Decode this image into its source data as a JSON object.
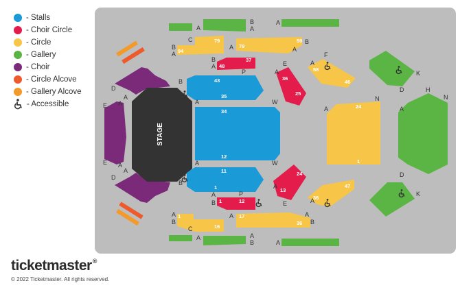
{
  "legend": [
    {
      "label": "- Stalls",
      "color": "#1a9ad6"
    },
    {
      "label": "- Choir Circle",
      "color": "#e31c4b"
    },
    {
      "label": "- Circle",
      "color": "#f7c547"
    },
    {
      "label": "- Gallery",
      "color": "#5bb544"
    },
    {
      "label": "- Choir",
      "color": "#7b2a7a"
    },
    {
      "label": "- Circle Alcove",
      "color": "#ef5a2d"
    },
    {
      "label": "- Gallery Alcove",
      "color": "#f39a2a"
    },
    {
      "label": "- Accessible",
      "icon": "wheelchair-icon"
    }
  ],
  "stage": {
    "label": "STAGE"
  },
  "row_labels": {
    "a": "A",
    "b": "B",
    "c": "C",
    "d": "D",
    "e": "E",
    "f": "F",
    "h": "H",
    "k": "K",
    "n": "N",
    "p": "P",
    "w": "W"
  },
  "seat_numbers": {
    "stalls_top_left": "43",
    "stalls_top_right": "35",
    "stalls_mid_top": "34",
    "stalls_mid_bottom": "12",
    "stalls_bot_left": "11",
    "stalls_bot_right": "1",
    "cc_top_left": "48",
    "cc_top_right": "37",
    "cc_bot_left": "1",
    "cc_bot_right": "12",
    "cc_right_top_a": "36",
    "cc_right_top_b": "25",
    "cc_right_bot_a": "24",
    "cc_right_bot_b": "13",
    "circle_top_c_a": "79",
    "circle_top_b_a": "94",
    "circle_top_b_b": "79",
    "circle_top_r": "59",
    "circle_right_top_a": "58",
    "circle_right_top_b": "46",
    "circle_center_top": "24",
    "circle_center_bottom": "1",
    "circle_right_bot_a": "47",
    "circle_right_bot_b": "36",
    "circle_bot_a_a": "1",
    "circle_bot_c": "16",
    "circle_bot_b_a": "17",
    "circle_bot_b_b": "36"
  },
  "brand": {
    "name": "ticketmaster",
    "mark": "®",
    "copyright": "© 2022 Ticketmaster. All rights reserved."
  },
  "colors": {
    "stalls": "#1a9ad6",
    "choir_circle": "#e31c4b",
    "circle": "#f7c547",
    "gallery": "#5bb544",
    "choir": "#7b2a7a",
    "circle_alcove": "#ef5a2d",
    "gallery_alcove": "#f39a2a",
    "stage": "#333333",
    "background": "#bdbdbd"
  }
}
